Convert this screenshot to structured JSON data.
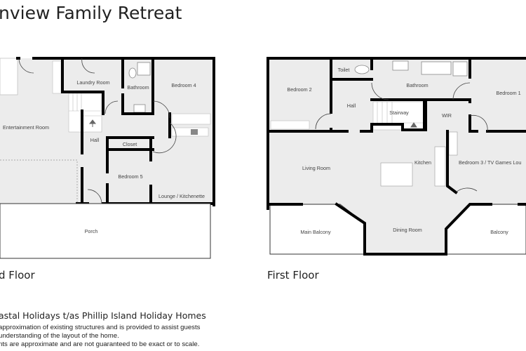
{
  "title": "nview Family Retreat",
  "ground_floor": {
    "label": "d Floor",
    "rooms": {
      "entertainment": "Entertainment Room",
      "laundry": "Laundry Room",
      "bathroom": "Bathroom",
      "bedroom4": "Bedroom 4",
      "hall": "Hall",
      "closet": "Closet",
      "bedroom5": "Bedroom 5",
      "lounge": "Lounge / Kitchenette",
      "porch": "Porch"
    }
  },
  "first_floor": {
    "label": "First Floor",
    "rooms": {
      "bedroom2": "Bedroom 2",
      "toilet": "Toilet",
      "hall": "Hall",
      "bathroom": "Bathroom",
      "stairway": "Stairway",
      "wir": "WIR",
      "bedroom1": "Bedroom 1",
      "living": "Living Room",
      "kitchen": "Kitchen",
      "bedroom3": "Bedroom 3 / TV Games Lou",
      "main_balcony": "Main Balcony",
      "dining": "Dining Room",
      "balcony": "Balcony"
    }
  },
  "footer": {
    "company": "astal Holidays t/as Phillip Island Holiday Homes",
    "notes": [
      "approximation of existing structures and is provided to assist guests",
      "understanding of the layout of the home.",
      "nts are approximate and are not guaranteed to be exact or to scale."
    ]
  }
}
